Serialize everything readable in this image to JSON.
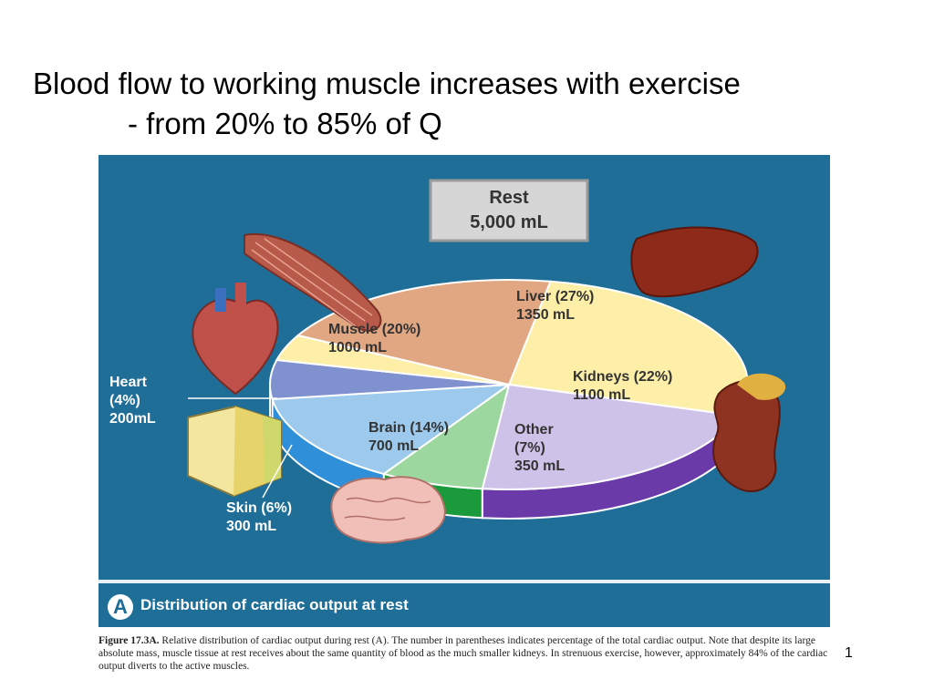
{
  "slide": {
    "title_line1": "Blood flow to working muscle increases with exercise",
    "title_line2": "- from 20% to 85% of Q",
    "page_number": "1"
  },
  "figure": {
    "caption_badge": "A",
    "caption_title": "Distribution of cardiac output at rest",
    "figure_label": "Figure 17.3A.",
    "figure_text": "Relative distribution of cardiac output during rest (A). The number in parentheses indicates percentage of the total cardiac output. Note that despite its large absolute mass, muscle tissue at rest receives about the same quantity of blood as the much smaller kidneys. In strenuous exercise, however, approximately 84% of the cardiac output diverts to the active muscles."
  },
  "chart_data": {
    "type": "pie",
    "title_line1": "Rest",
    "title_line2": "5,000 mL",
    "total_ml": 5000,
    "slices": [
      {
        "name": "Liver",
        "percent": 27,
        "ml": 1350,
        "label_name": "Liver (27%)",
        "label_value": "1350 mL",
        "color": "#fdefa8",
        "side": "#e8d27a"
      },
      {
        "name": "Kidneys",
        "percent": 22,
        "ml": 1100,
        "label_name": "Kidneys (22%)",
        "label_value": "1100 mL",
        "color": "#cfc2e8",
        "side": "#6a3aa8"
      },
      {
        "name": "Other",
        "percent": 7,
        "ml": 350,
        "label_name": "Other",
        "label_name2": "(7%)",
        "label_value": "350 mL",
        "color": "#9dd7a0",
        "side": "#1b9a3c"
      },
      {
        "name": "Brain",
        "percent": 14,
        "ml": 700,
        "label_name": "Brain (14%)",
        "label_value": "700 mL",
        "color": "#9cc9ec",
        "side": "#2f8fd8"
      },
      {
        "name": "Skin",
        "percent": 6,
        "ml": 300,
        "label_name": "Skin (6%)",
        "label_value": "300 mL",
        "color": "#7f91cf",
        "side": "#2b3a8c"
      },
      {
        "name": "Heart",
        "percent": 4,
        "ml": 200,
        "label_name": "Heart",
        "label_name2": "(4%)",
        "label_value": "200mL",
        "color": "#fdefa8",
        "side": "#e8d27a"
      },
      {
        "name": "Muscle",
        "percent": 20,
        "ml": 1000,
        "label_name": "Muscle (20%)",
        "label_value": "1000 mL",
        "color": "#e0a782",
        "side": "#c98a66"
      }
    ]
  }
}
